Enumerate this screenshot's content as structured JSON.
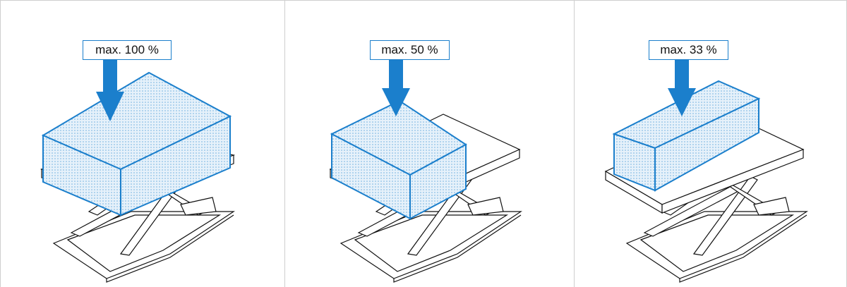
{
  "panels": [
    {
      "label": "max. 100 %"
    },
    {
      "label": "max. 50 %"
    },
    {
      "label": "max. 33 %"
    }
  ],
  "colors": {
    "load_outline": "#1b7fcc",
    "load_fill": "#cfe4f3",
    "arrow": "#1b7fcc",
    "line_art": "#111111",
    "divider": "#cfcfcf"
  }
}
